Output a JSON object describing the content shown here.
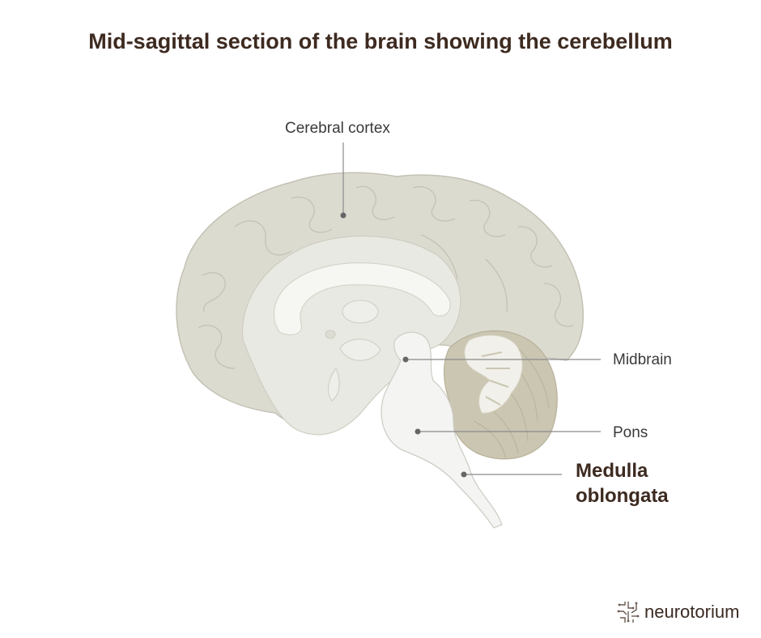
{
  "title": "Mid-sagittal section of the brain showing the cerebellum",
  "labels": {
    "cerebral_cortex": "Cerebral cortex",
    "midbrain": "Midbrain",
    "pons": "Pons",
    "medulla_line1": "Medulla",
    "medulla_line2": "oblongata"
  },
  "brand": {
    "name": "neurotorium",
    "icon": "brain-circuit-icon"
  },
  "colors": {
    "cortex": "#dcdbd0",
    "cortex_stroke": "#c4c2b5",
    "inner": "#ebebe5",
    "brainstem": "#f3f3f1",
    "cerebellum": "#cbc6b2",
    "leader_line": "#8a8a8a",
    "marker": "#666666",
    "title": "#3d2a20"
  }
}
